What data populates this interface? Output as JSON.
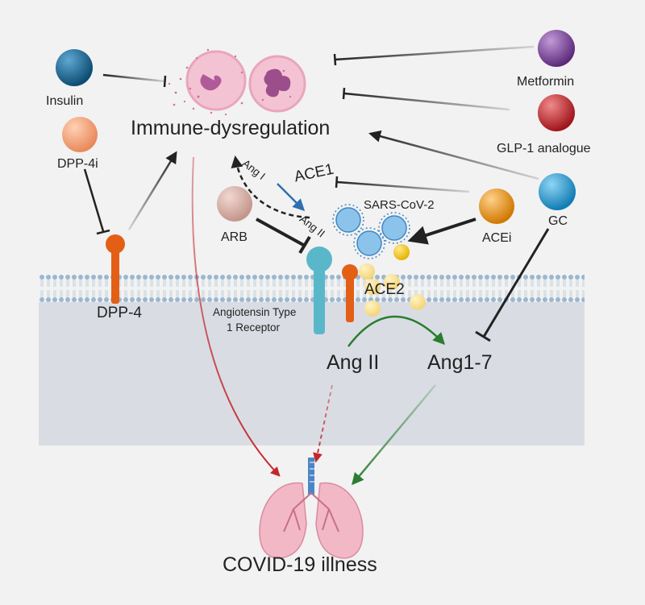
{
  "figure": {
    "immune_label": "Immune-dysregulation",
    "outcome_label": "COVID-19 illness",
    "drugs": {
      "insulin": "Insulin",
      "dpp4i": "DPP-4i",
      "metformin": "Metformin",
      "glp1": "GLP-1 analogue",
      "gc": "GC",
      "acei": "ACEi",
      "arb": "ARB"
    },
    "receptors": {
      "dpp4": "DPP-4",
      "at1r_line1": "Angiotensin Type",
      "at1r_line2": "1  Receptor",
      "ace2": "ACE2"
    },
    "raas": {
      "ace1": "ACE1",
      "ang1": "Ang I",
      "ang2_upper": "Ang II",
      "virus": "SARS-CoV-2",
      "ang2": "Ang II",
      "ang17": "Ang1-7"
    },
    "colors": {
      "background": "#f2f2f2",
      "cell": "#d9dde3",
      "membrane": "#9bb7cf",
      "insulin": "#0f5f8c",
      "dpp4i": "#f2a275",
      "metformin": "#7b3f98",
      "glp1": "#c8252b",
      "gc": "#1c9ad6",
      "acei": "#e8900a",
      "arb": "#d5aca3",
      "dpp4": "#e35f16",
      "at1r": "#5ab7c9",
      "virus": "#5aa4d8",
      "red_arrow": "#c2272d",
      "green_arrow": "#2a7d2f",
      "lung": "#f2b8c6"
    }
  }
}
